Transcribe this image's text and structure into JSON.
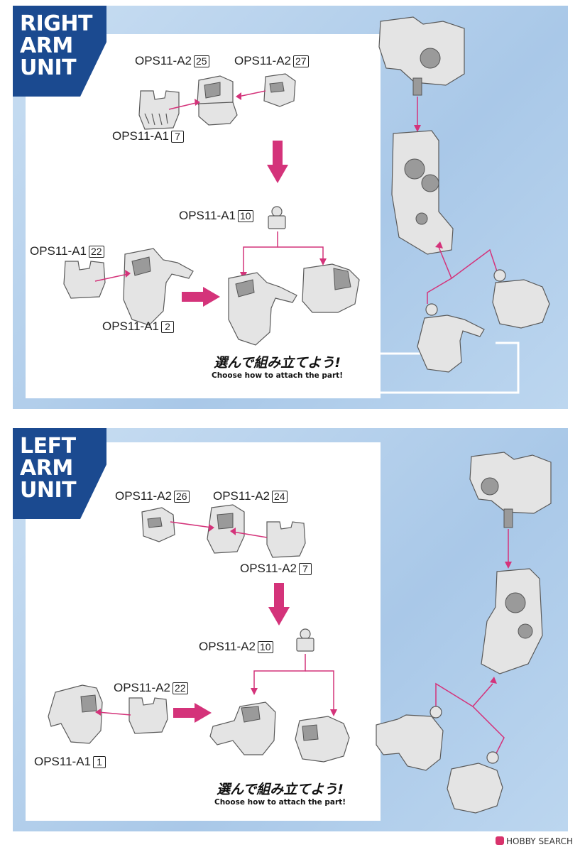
{
  "sections": [
    {
      "title_lines": [
        "RIGHT",
        "ARM",
        "UNIT"
      ],
      "part_labels": [
        {
          "code": "OPS11-A2",
          "num": "25"
        },
        {
          "code": "OPS11-A2",
          "num": "27"
        },
        {
          "code": "OPS11-A1",
          "num": "7"
        },
        {
          "code": "OPS11-A1",
          "num": "10"
        },
        {
          "code": "OPS11-A1",
          "num": "22"
        },
        {
          "code": "OPS11-A1",
          "num": "2"
        }
      ],
      "caption_jp": "選んで組み立てよう!",
      "caption_en": "Choose how to attach the part!"
    },
    {
      "title_lines": [
        "LEFT",
        "ARM",
        "UNIT"
      ],
      "part_labels": [
        {
          "code": "OPS11-A2",
          "num": "26"
        },
        {
          "code": "OPS11-A2",
          "num": "24"
        },
        {
          "code": "OPS11-A2",
          "num": "7"
        },
        {
          "code": "OPS11-A2",
          "num": "10"
        },
        {
          "code": "OPS11-A2",
          "num": "22"
        },
        {
          "code": "OPS11-A1",
          "num": "1"
        }
      ],
      "caption_jp": "選んで組み立てよう!",
      "caption_en": "Choose how to attach the part!"
    }
  ],
  "watermark": "HOBBY SEARCH",
  "colors": {
    "tab": "#1b4a90",
    "panel": "#b9d3ec",
    "arrow": "#d4337a"
  }
}
